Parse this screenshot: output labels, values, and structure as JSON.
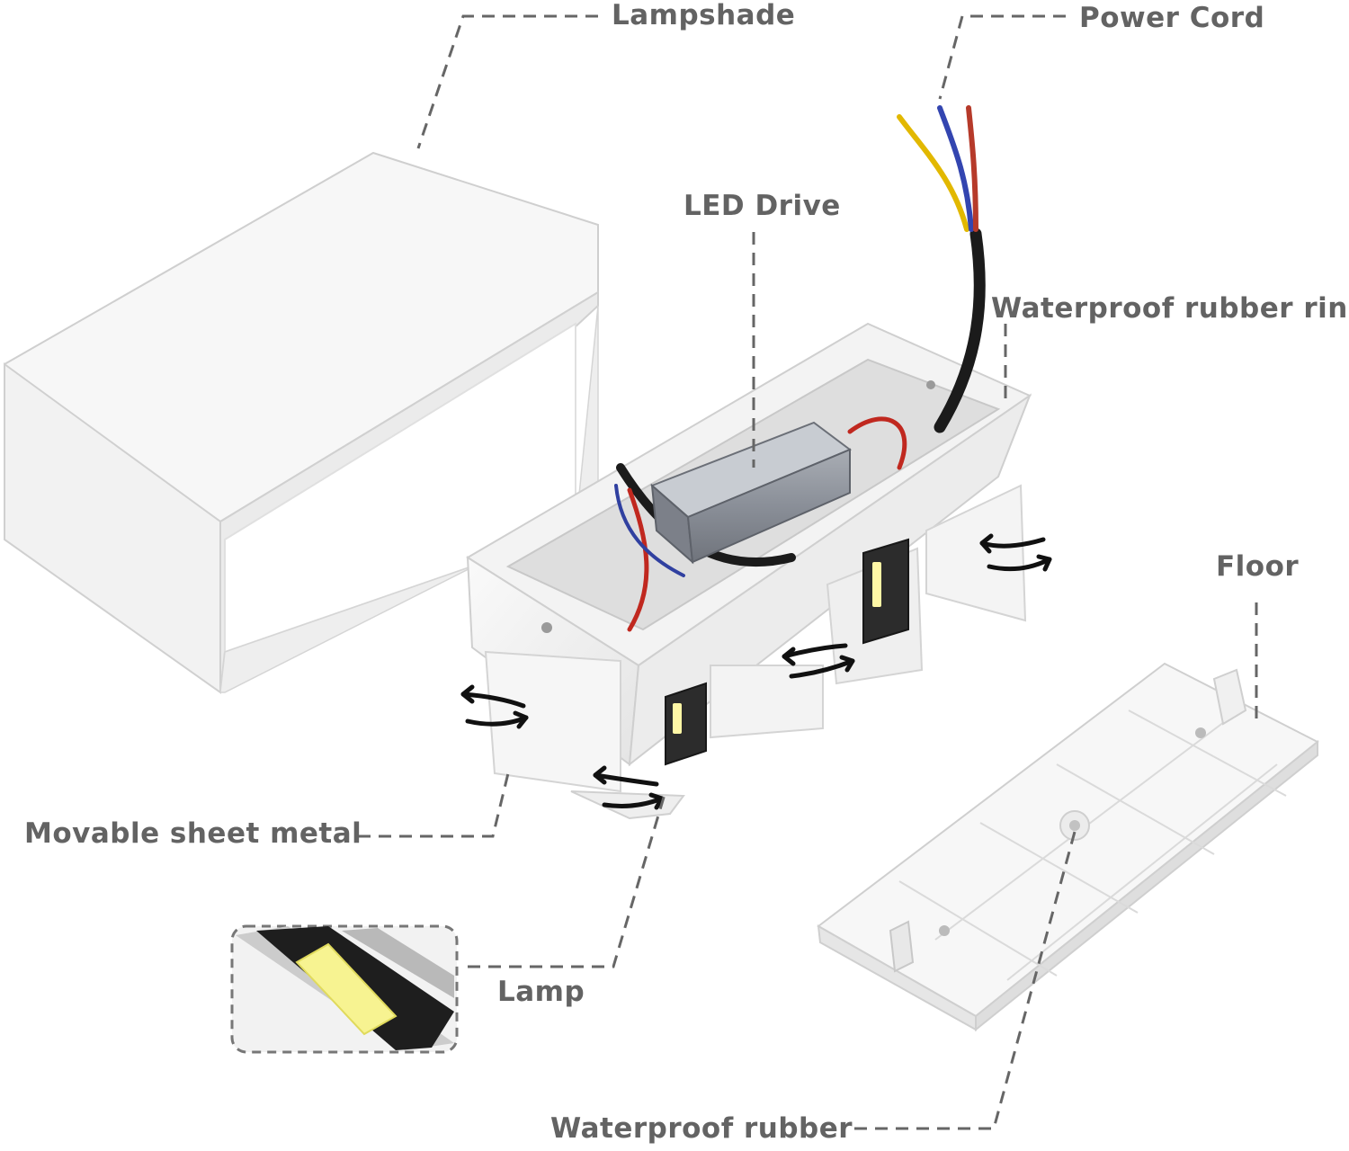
{
  "labels": {
    "lampshade": "Lampshade",
    "power_cord": "Power Cord",
    "led_drive": "LED Drive",
    "waterproof_rubber_ring": "Waterproof rubber ring",
    "floor": "Floor",
    "movable_sheet_metal": "Movable sheet metal",
    "lamp": "Lamp",
    "waterproof_rubber": "Waterproof rubber"
  }
}
